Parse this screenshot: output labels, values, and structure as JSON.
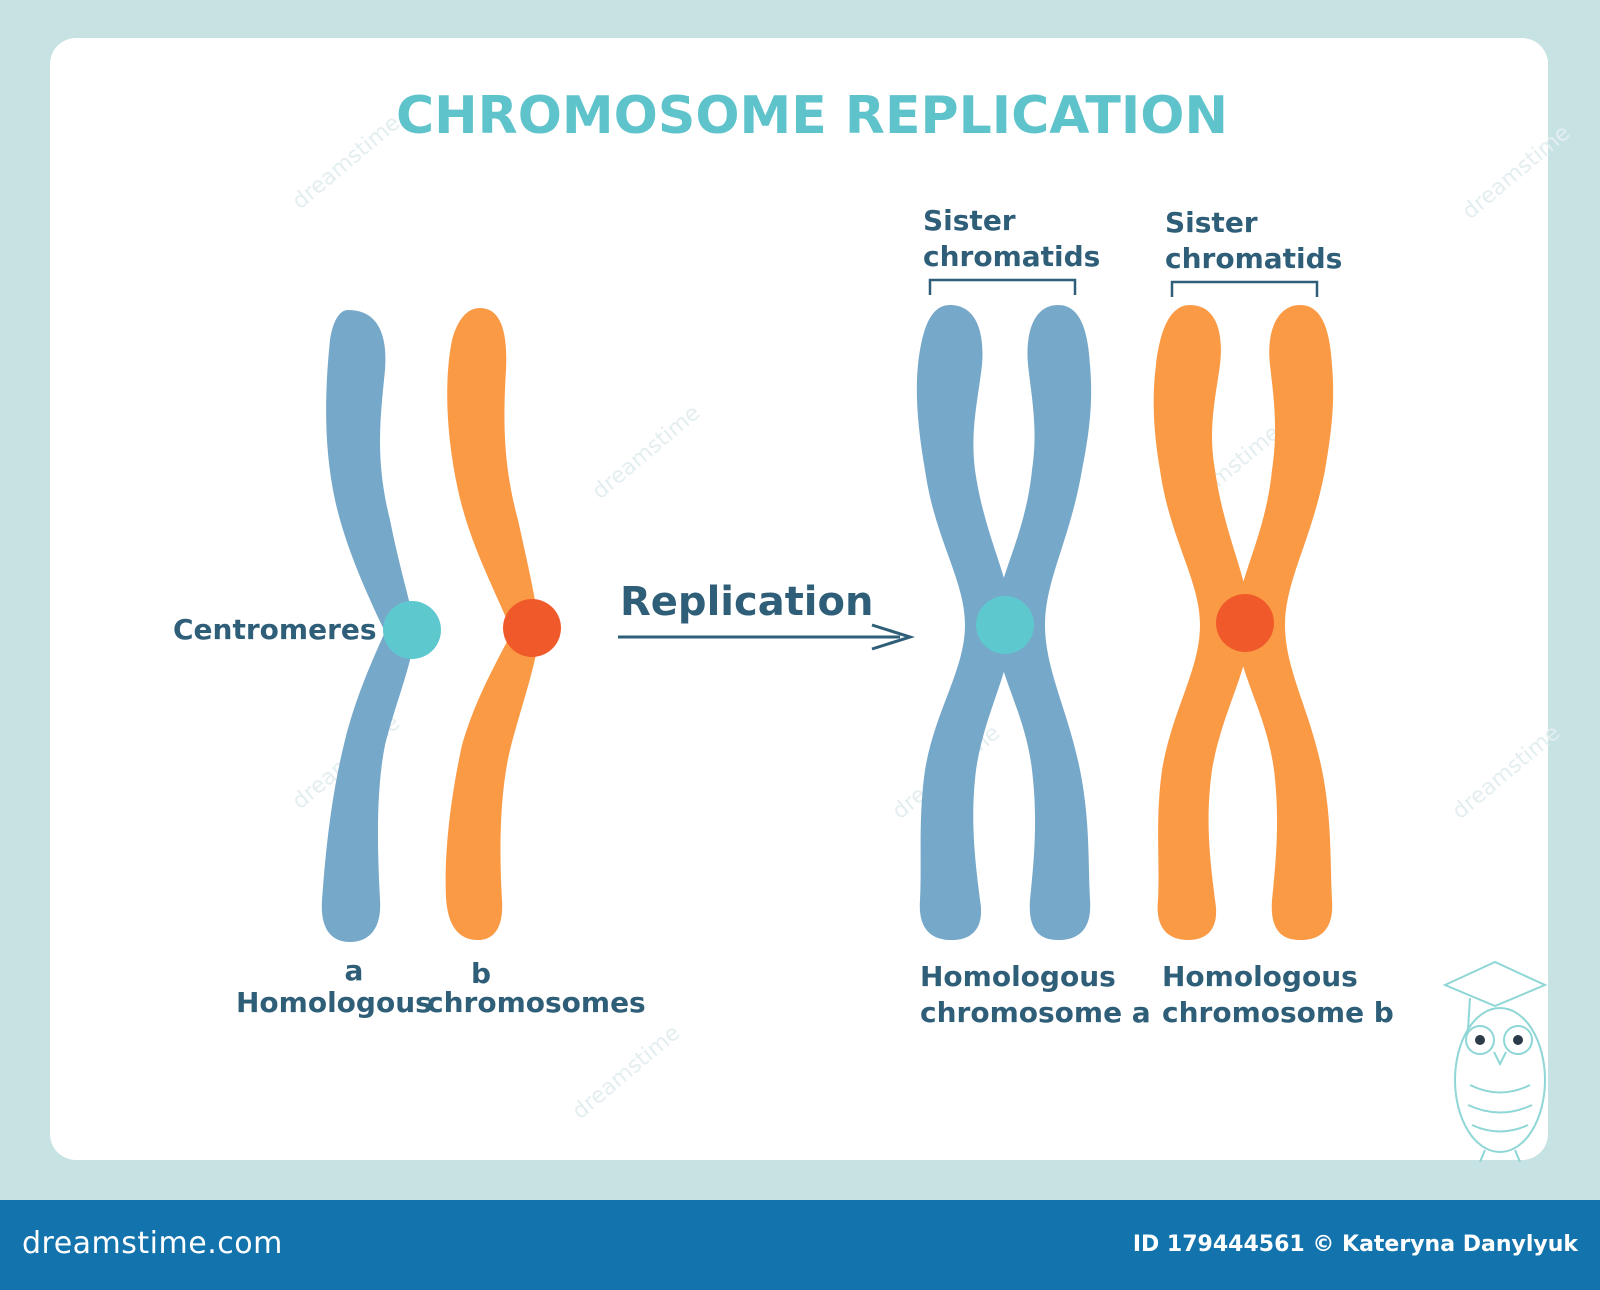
{
  "title": "CHROMOSOME REPLICATION",
  "labels": {
    "centromeres": "Centromeres",
    "replication": "Replication",
    "a": "a",
    "b": "b",
    "homologous": "Homologous",
    "chromosomes": "chromosomes",
    "sister_a": [
      "Sister",
      "chromatids"
    ],
    "sister_b": [
      "Sister",
      "chromatids"
    ],
    "homolog_a": [
      "Homologous",
      "chromosome a"
    ],
    "homolog_b": [
      "Homologous",
      "chromosome b"
    ]
  },
  "colors": {
    "blue_chromosome": "#76a8c9",
    "orange_chromosome": "#fb9a45",
    "blue_centromere": "#5ec8cf",
    "orange_centromere": "#f05a2a",
    "text": "#2f5e78",
    "title": "#5ec3cb"
  },
  "watermark": "dreamstime",
  "footer": {
    "logo": "dreamstime.com",
    "credit": "ID 179444561 © Kateryna Danylyuk"
  }
}
